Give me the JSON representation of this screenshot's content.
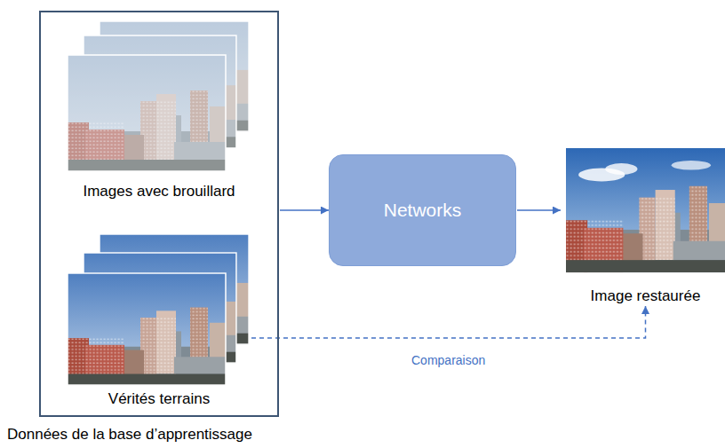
{
  "diagram": {
    "nodes": [
      {
        "text": [
          "Données de la base d’apprentissage"
        ]
      },
      {
        "text": [
          "Images avec brouillard"
        ],
        "in": 0
      },
      {
        "text": [
          "Vérités terrains"
        ],
        "in": 0
      },
      {
        "text": [
          "Networks"
        ]
      },
      {
        "text": [
          "Image restaurée"
        ]
      }
    ],
    "edges": [
      {
        "from": 0,
        "to": 3,
        "arrow": "to"
      },
      {
        "from": 3,
        "to": 4,
        "arrow": "to"
      },
      {
        "from": 2,
        "to": 4,
        "arrow": "to",
        "label": "Comparaison"
      }
    ]
  }
}
